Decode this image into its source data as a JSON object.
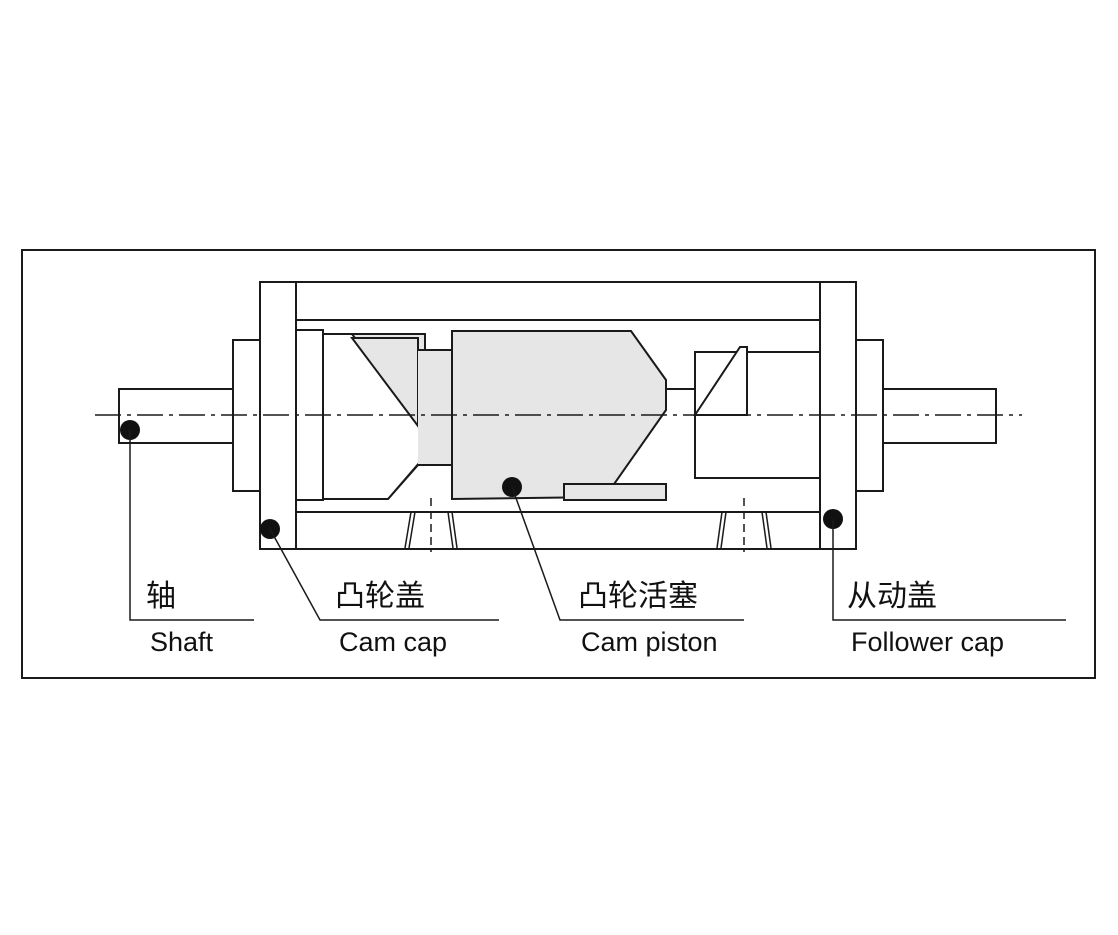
{
  "colors": {
    "line": "#1a1a1a",
    "shade": "#e6e6e6",
    "background": "#ffffff"
  },
  "labels": {
    "shaft": {
      "zh": "轴",
      "en": "Shaft"
    },
    "cam_cap": {
      "zh": "凸轮盖",
      "en": "Cam cap"
    },
    "cam_piston": {
      "zh": "凸轮活塞",
      "en": "Cam piston"
    },
    "follower_cap": {
      "zh": "从动盖",
      "en": "Follower cap"
    }
  }
}
